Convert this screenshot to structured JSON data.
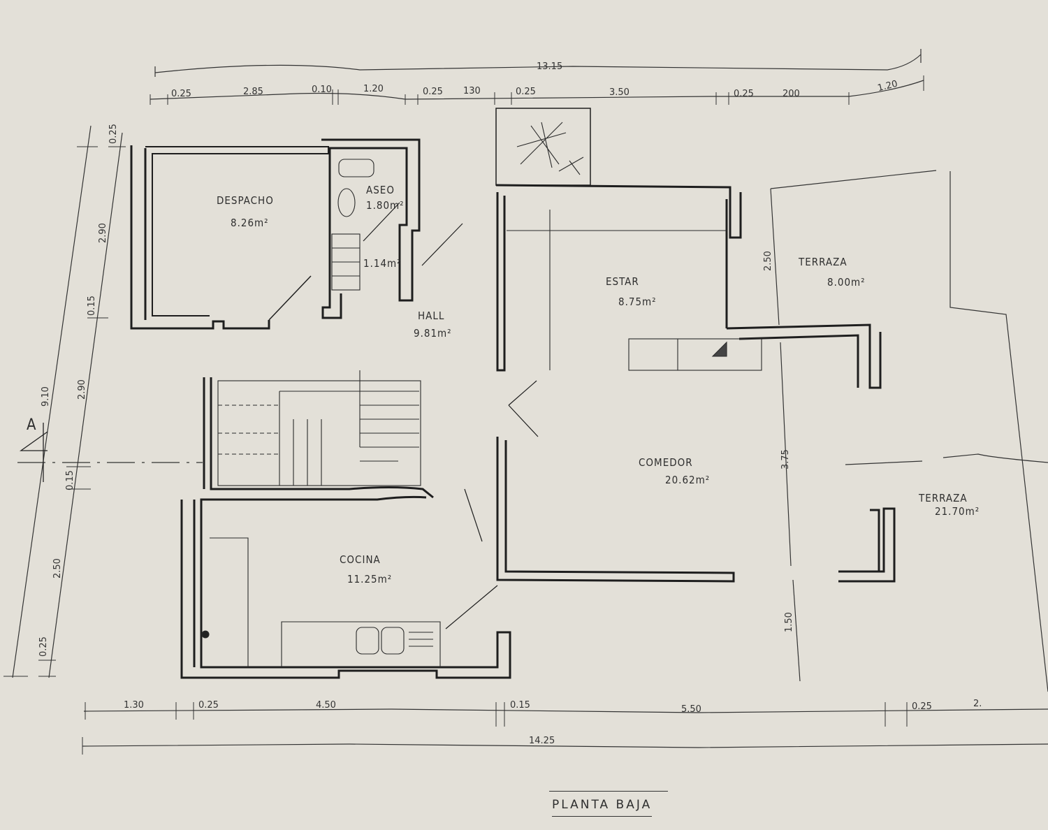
{
  "plan": {
    "title": "PLANTA BAJA",
    "section_marker": "A",
    "ink_color": "#222222",
    "paper_color": "#e3e0d8"
  },
  "rooms": [
    {
      "name": "DESPACHO",
      "area": "8.26m²"
    },
    {
      "name": "ASEO",
      "area": "1.80m²"
    },
    {
      "name": "",
      "area": "1.14m²"
    },
    {
      "name": "HALL",
      "area": "9.81m²"
    },
    {
      "name": "ESTAR",
      "area": "8.75m²"
    },
    {
      "name": "TERRAZA",
      "area": "8.00m²"
    },
    {
      "name": "COMEDOR",
      "area": "20.62m²"
    },
    {
      "name": "TERRAZA",
      "area": "21.70m²"
    },
    {
      "name": "COCINA",
      "area": "11.25m²"
    }
  ],
  "dimensions": {
    "top_total": "13.15",
    "top": [
      "0.25",
      "2.85",
      "0.10",
      "1.20",
      "0.25",
      "130",
      "0.25",
      "3.50",
      "0.25",
      "200",
      "1.20"
    ],
    "left_total": "9.10",
    "left": [
      "0.25",
      "2.90",
      "0.15",
      "2.90",
      "0.15",
      "2.50",
      "0.25"
    ],
    "bottom": [
      "1.30",
      "0.25",
      "4.50",
      "0.15",
      "5.50",
      "0.25",
      "2."
    ],
    "bottom_total": "14.25",
    "right": [
      "2.50",
      "3.75",
      "1.50"
    ]
  }
}
